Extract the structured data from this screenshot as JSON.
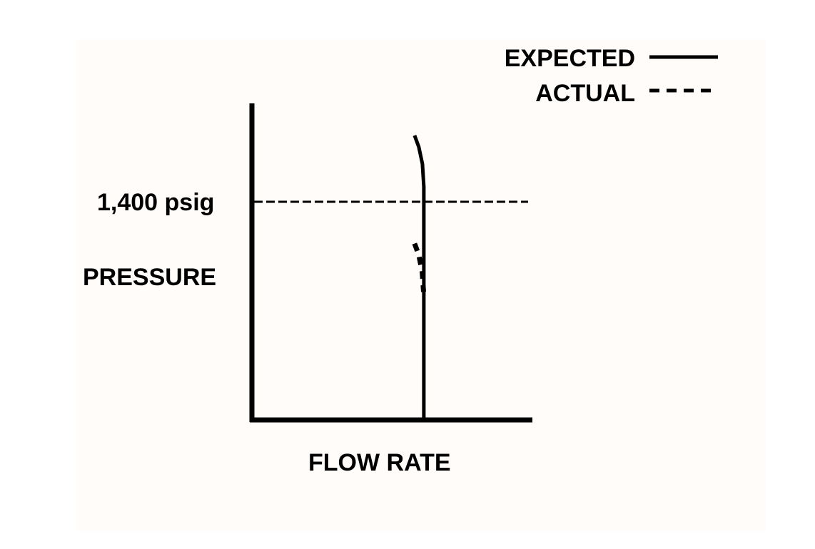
{
  "chart_data": {
    "type": "line",
    "xlabel": "FLOW RATE",
    "ylabel": "PRESSURE",
    "reference_line": {
      "label": "1,400 psig",
      "y": 1400,
      "style": "dashed"
    },
    "legend": {
      "placement": "top-right",
      "entries": [
        {
          "label": "EXPECTED",
          "style": "solid"
        },
        {
          "label": "ACTUAL",
          "style": "dashed"
        }
      ]
    },
    "series": [
      {
        "name": "EXPECTED",
        "style": "solid",
        "points": [
          [
            0.58,
            1.0
          ],
          [
            0.595,
            0.96
          ],
          [
            0.608,
            0.9
          ],
          [
            0.613,
            0.82
          ],
          [
            0.613,
            0.62
          ],
          [
            0.613,
            0.0
          ]
        ]
      },
      {
        "name": "ACTUAL",
        "style": "dashed",
        "points": [
          [
            0.58,
            0.62
          ],
          [
            0.595,
            0.58
          ],
          [
            0.607,
            0.52
          ],
          [
            0.612,
            0.45
          ]
        ]
      }
    ],
    "xlim": [
      0,
      1
    ],
    "ylim": [
      0,
      1
    ],
    "grid": false,
    "colors": {
      "lines": "#000000",
      "paper": "#fffcfa",
      "background": "#ffffff"
    }
  }
}
